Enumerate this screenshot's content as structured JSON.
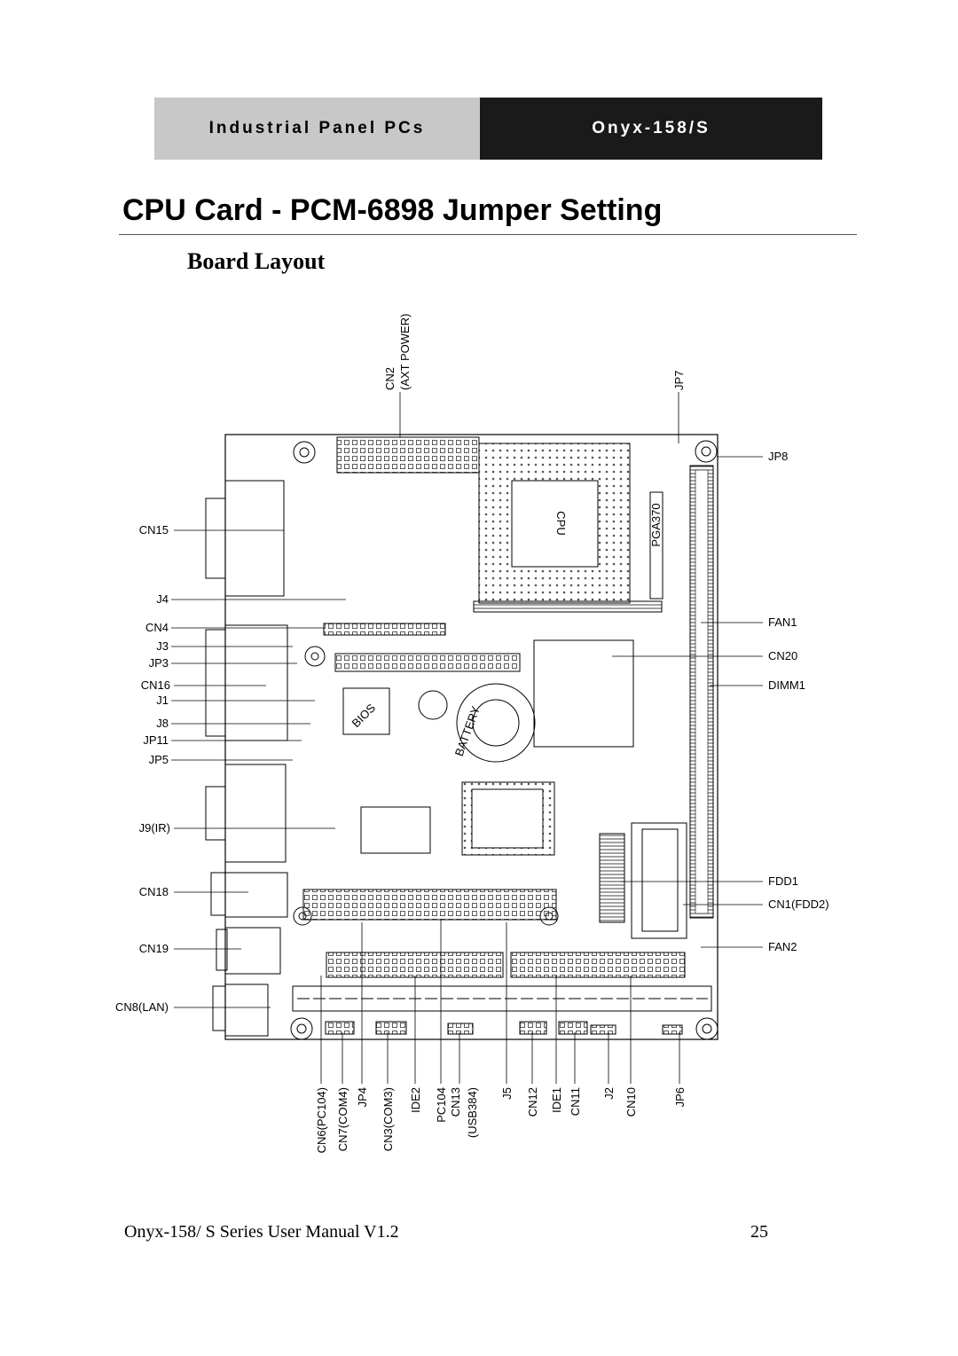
{
  "header": {
    "left": "Industrial Panel PCs",
    "right": "Onyx-158/S"
  },
  "title": "CPU Card - PCM-6898 Jumper Setting",
  "subtitle": "Board Layout",
  "board": {
    "top_labels": [
      "CN2",
      "(AXT POWER)",
      "JP7"
    ],
    "left_labels": [
      "CN15",
      "J4",
      "CN4",
      "J3",
      "JP3",
      "CN16",
      "J1",
      "J8",
      "JP11",
      "JP5",
      "J9(IR)",
      "CN18",
      "CN19",
      "CN8(LAN)"
    ],
    "right_labels": [
      "JP8",
      "FAN1",
      "CN20",
      "DIMM1",
      "FDD1",
      "CN1(FDD2)",
      "FAN2"
    ],
    "bottom_labels": [
      "CN6(PC104)",
      "CN7(COM4)",
      "JP4",
      "CN3(COM3)",
      "IDE2",
      "PC104",
      "CN13",
      "(USB384)",
      "J5",
      "CN12",
      "IDE1",
      "CN11",
      "J2",
      "CN10",
      "JP6"
    ],
    "chip_labels": {
      "cpu": "CPU",
      "socket": "PGA370",
      "bios": "BIOS",
      "battery": "BATTERY"
    }
  },
  "footer": {
    "manual": "Onyx-158/ S Series User Manual V1.2",
    "page": "25"
  }
}
